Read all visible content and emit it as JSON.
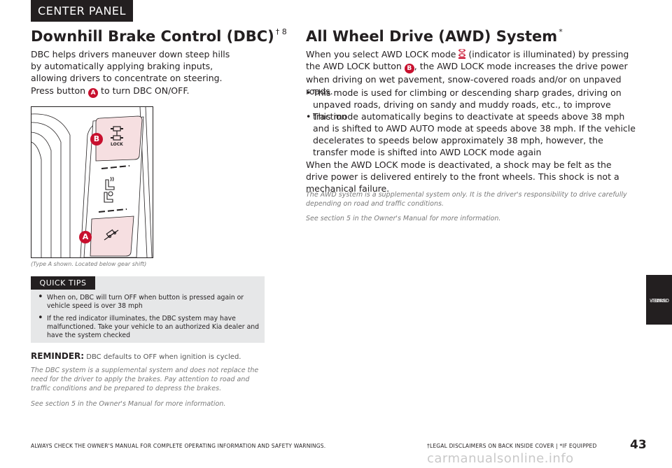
{
  "header": {
    "tab_label": "CENTER PANEL"
  },
  "side_tab": {
    "line1": "CENTER",
    "line2": "PANEL"
  },
  "dbc": {
    "title": "Downhill Brake Control (DBC)",
    "title_sup": "† 8",
    "intro": "DBC helps drivers maneuver down steep hills by automatically applying braking inputs, allowing drivers to concentrate on steering.",
    "press_before": "Press button ",
    "press_badge": "A",
    "press_after": " to turn DBC ON/OFF.",
    "figure_caption": "(Type A shown. Located below gear shift)",
    "figure_badge_b": "B",
    "figure_badge_a": "A",
    "figure_lock_text": "LOCK"
  },
  "quick_tips": {
    "label": "QUICK TIPS",
    "items": [
      "When on, DBC will turn OFF when button is pressed again or vehicle speed is over 38 mph",
      "If the red indicator illuminates, the DBC system may have malfunctioned. Take your vehicle to an authorized Kia dealer and have the system checked"
    ]
  },
  "reminder": {
    "label": "REMINDER:",
    "text": " DBC defaults to OFF when ignition is cycled."
  },
  "dbc_disclaimer": "The DBC system is a supplemental system and does not replace the need for the driver to apply the brakes. Pay attention to road and traffic conditions and be prepared to depress the brakes.",
  "dbc_see": "See section 5 in the Owner's Manual for more information.",
  "awd": {
    "title": "All Wheel Drive (AWD) System",
    "title_sup": "*",
    "p1_a": "When you select AWD LOCK mode ",
    "p1_b": " (indicator is illuminated) by pressing the AWD LOCK button ",
    "p1_badge": "B",
    "p1_c": ", the AWD LOCK mode increases the drive power when driving on wet pavement, snow-covered roads and/or on unpaved roads.",
    "bullets": [
      "This mode is used for climbing or descending sharp grades, driving on unpaved roads, driving on sandy and muddy roads, etc., to improve traction",
      "This mode automatically begins to deactivate at speeds above 38 mph and is shifted to AWD AUTO mode at speeds above 38 mph. If the vehicle decelerates to speeds below approximately 38 mph, however, the transfer mode is shifted into AWD LOCK mode again"
    ],
    "p2": "When the AWD LOCK mode is deactivated, a shock may be felt as the drive power is delivered entirely to the front wheels. This shock is not a mechanical failure.",
    "disclaimer": "The AWD system is a supplemental system only. It is the driver's responsibility to drive carefully depending on road and traffic conditions.",
    "see": "See section 5 in the Owner's Manual for more information."
  },
  "footer": {
    "left": "ALWAYS CHECK THE OWNER'S MANUAL FOR COMPLETE OPERATING INFORMATION AND SAFETY WARNINGS.",
    "right": "†LEGAL DISCLAIMERS ON BACK INSIDE COVER  |  *IF EQUIPPED",
    "page_number": "43",
    "watermark": "carmanualsonline.info"
  },
  "colors": {
    "accent_red": "#c8102e",
    "dark": "#231f20",
    "tips_bg": "#e6e7e8",
    "button_pink": "#f6dfe1"
  }
}
